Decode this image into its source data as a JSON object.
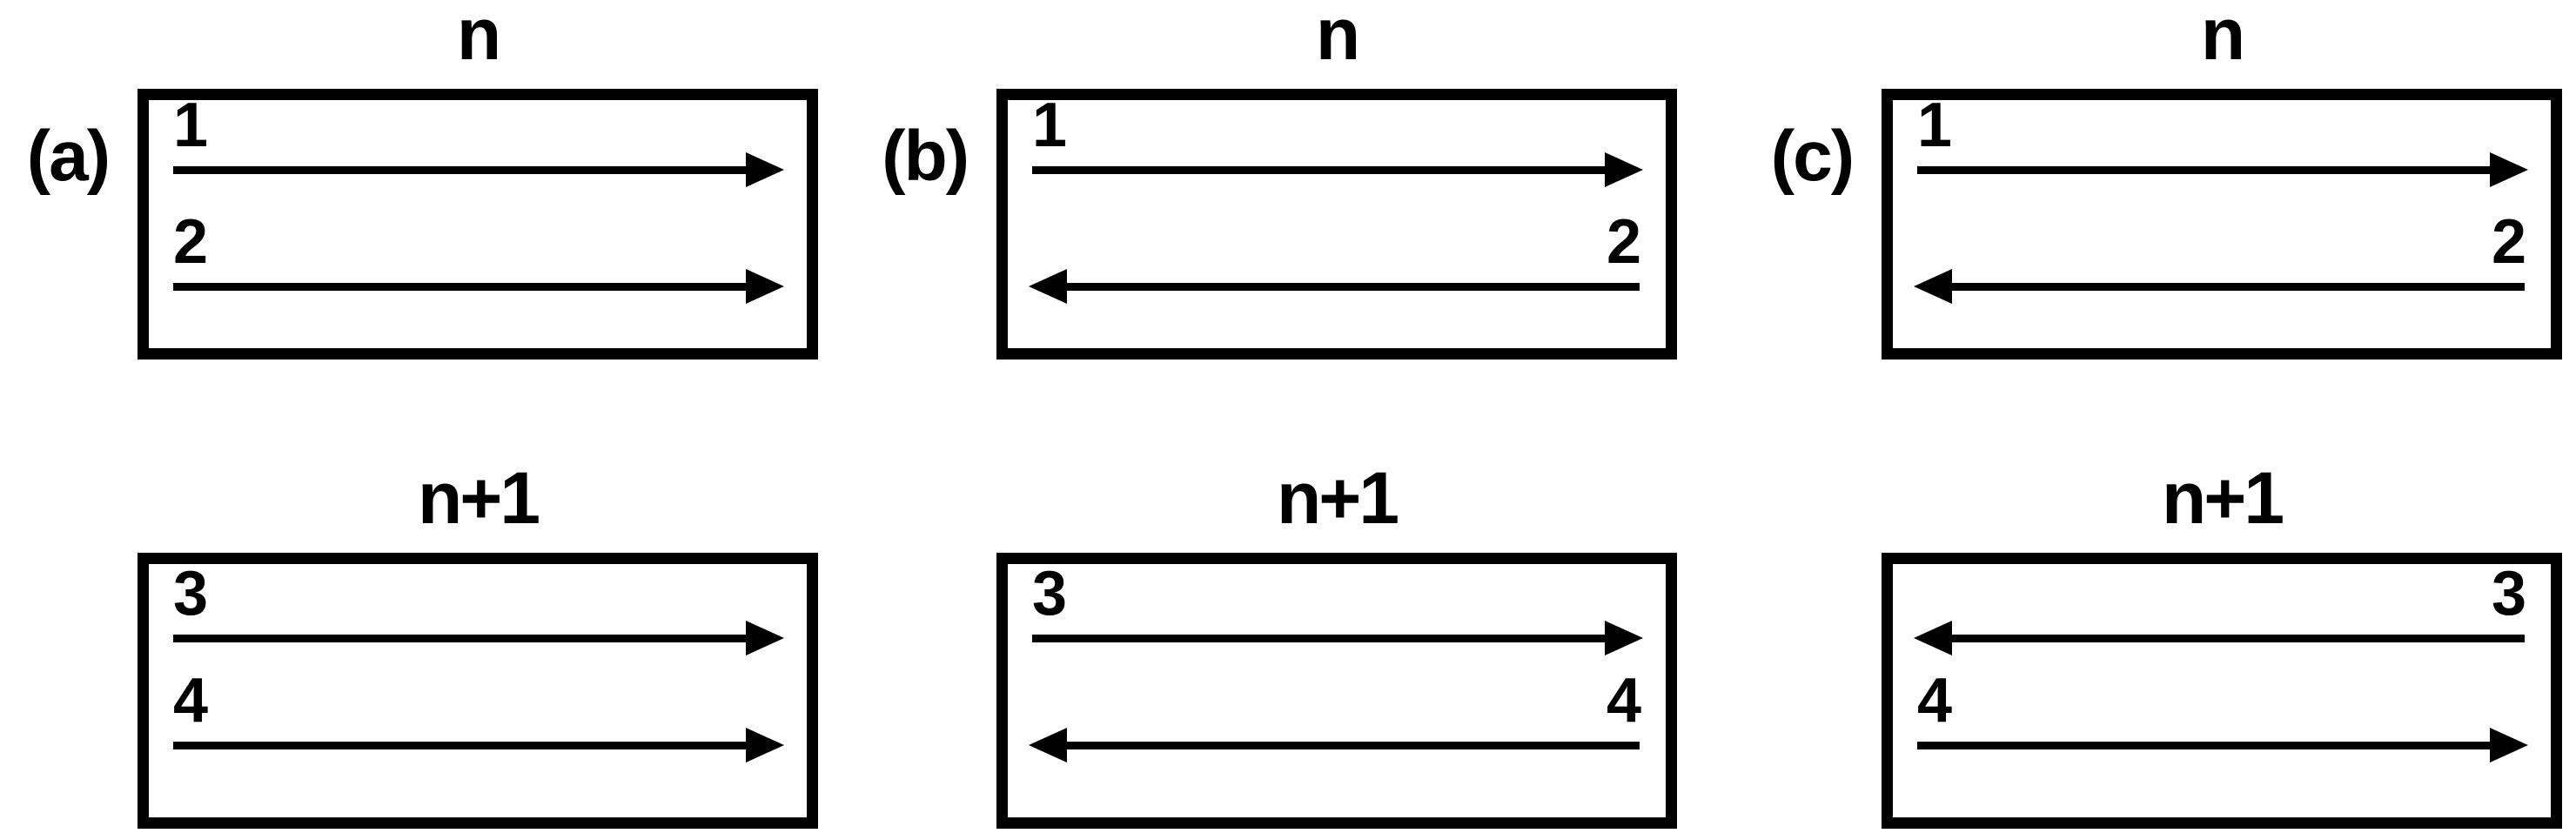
{
  "colors": {
    "ink": "#000000",
    "paper": "#ffffff"
  },
  "panels": [
    {
      "label": "(a)",
      "boxes": [
        {
          "title": "n",
          "arrows": [
            {
              "label": "1",
              "direction": "right"
            },
            {
              "label": "2",
              "direction": "right"
            }
          ]
        },
        {
          "title": "n+1",
          "arrows": [
            {
              "label": "3",
              "direction": "right"
            },
            {
              "label": "4",
              "direction": "right"
            }
          ]
        }
      ]
    },
    {
      "label": "(b)",
      "boxes": [
        {
          "title": "n",
          "arrows": [
            {
              "label": "1",
              "direction": "right"
            },
            {
              "label": "2",
              "direction": "left"
            }
          ]
        },
        {
          "title": "n+1",
          "arrows": [
            {
              "label": "3",
              "direction": "right"
            },
            {
              "label": "4",
              "direction": "left"
            }
          ]
        }
      ]
    },
    {
      "label": "(c)",
      "boxes": [
        {
          "title": "n",
          "arrows": [
            {
              "label": "1",
              "direction": "right"
            },
            {
              "label": "2",
              "direction": "left"
            }
          ]
        },
        {
          "title": "n+1",
          "arrows": [
            {
              "label": "3",
              "direction": "left"
            },
            {
              "label": "4",
              "direction": "right"
            }
          ]
        }
      ]
    }
  ]
}
